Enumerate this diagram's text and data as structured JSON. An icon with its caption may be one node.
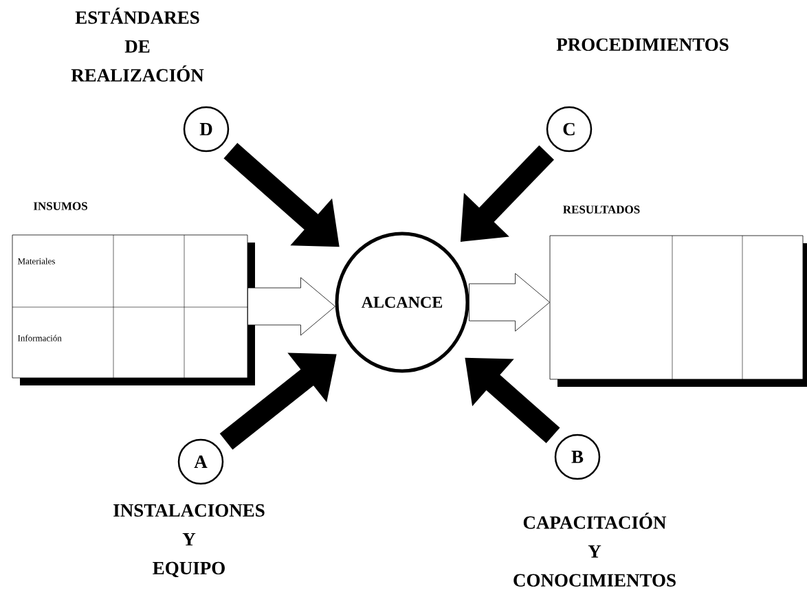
{
  "diagram": {
    "nodes": [
      {
        "text": [
          "D"
        ],
        "beside": [
          "ESTÁNDARES DE REALIZACIÓN"
        ]
      },
      {
        "text": [
          "C"
        ],
        "beside": [
          "PROCEDIMIENTOS"
        ]
      },
      {
        "text": [
          "INSUMOS",
          "Materiales",
          "Información"
        ]
      },
      {
        "text": [
          "ALCANCE"
        ]
      },
      {
        "text": [
          "RESULTADOS"
        ]
      },
      {
        "text": [
          "A"
        ],
        "beside": [
          "INSTALACIONES Y EQUIPO"
        ]
      },
      {
        "text": [
          "B"
        ],
        "beside": [
          "CAPACITACIÓN Y CONOCIMIENTOS"
        ]
      }
    ],
    "edges": [
      {
        "from": 2,
        "to": 3,
        "arrow": "to",
        "color": "#ffffff"
      },
      {
        "from": 3,
        "to": 4,
        "arrow": "to",
        "color": "#ffffff"
      },
      {
        "from": 0,
        "to": 3,
        "arrow": "to"
      },
      {
        "from": 1,
        "to": 3,
        "arrow": "to"
      },
      {
        "from": 5,
        "to": 3,
        "arrow": "to"
      },
      {
        "from": 6,
        "to": 3,
        "arrow": "to"
      }
    ]
  }
}
